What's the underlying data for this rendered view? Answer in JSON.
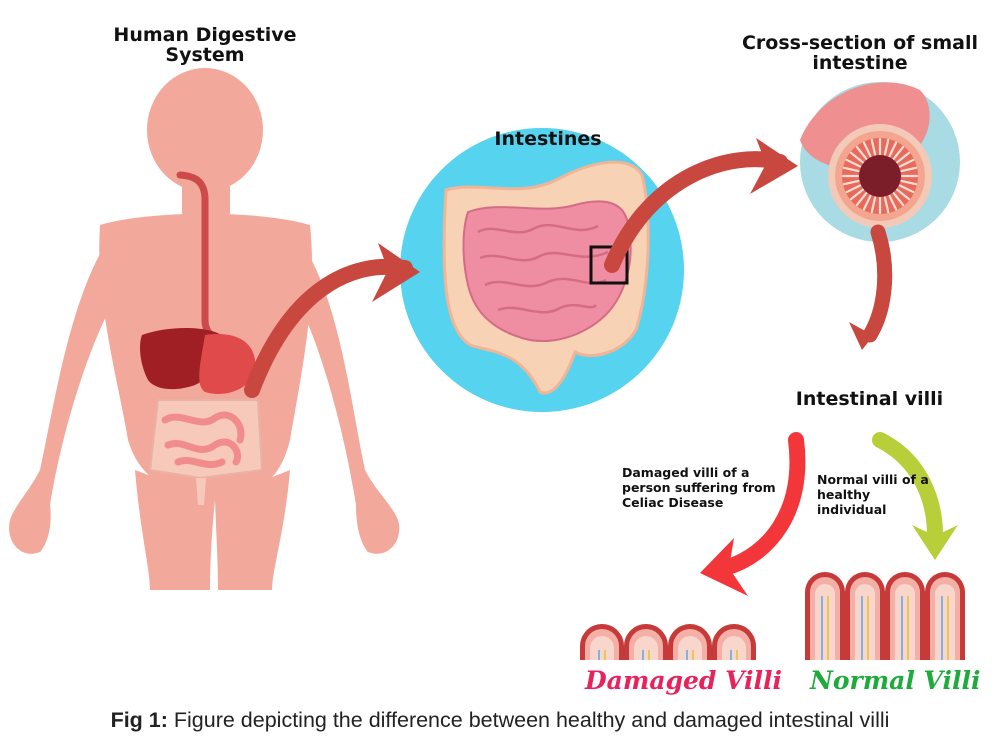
{
  "labels": {
    "digestive_system": "Human Digestive System",
    "cross_section": "Cross-section of small intestine",
    "intestines": "Intestines",
    "intestinal_villi": "Intestinal villi",
    "damaged_description": "Damaged villi of a person suffering from Celiac Disease",
    "normal_description": "Normal villi of a healthy individual",
    "damaged_title": "Damaged  Villi",
    "normal_title": "Normal Villi"
  },
  "caption": {
    "prefix": "Fig 1:",
    "text": " Figure depicting the difference between healthy and damaged intestinal villi"
  },
  "colors": {
    "skin": "#f2a89b",
    "flow_arrow": "#c8473f",
    "damaged_arrow": "#f2363a",
    "normal_arrow": "#b8cf3a",
    "intestine_circle": "#55d3ef",
    "cross_section_circle": "#a8dbe3",
    "damaged_text": "#e8225a",
    "normal_text": "#1faa3c"
  }
}
